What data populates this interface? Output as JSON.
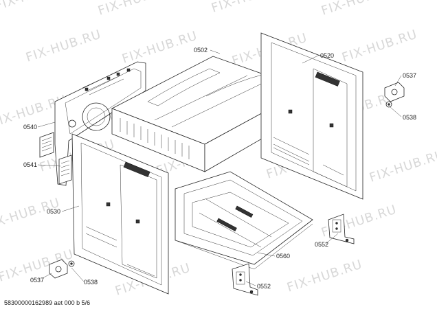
{
  "watermark": "FIX-HUB.RU",
  "parts": [
    {
      "id": "p0502",
      "label": "0502"
    },
    {
      "id": "p0520",
      "label": "0520"
    },
    {
      "id": "p0537a",
      "label": "0537"
    },
    {
      "id": "p0538a",
      "label": "0538"
    },
    {
      "id": "p0540",
      "label": "0540"
    },
    {
      "id": "p0541",
      "label": "0541"
    },
    {
      "id": "p0530",
      "label": "0530"
    },
    {
      "id": "p0560",
      "label": "0560"
    },
    {
      "id": "p0552a",
      "label": "0552"
    },
    {
      "id": "p0552b",
      "label": "0552"
    },
    {
      "id": "p0537b",
      "label": "0537"
    },
    {
      "id": "p0538b",
      "label": "0538"
    }
  ],
  "footer": "58300000162989 aet 000 b 5/6"
}
